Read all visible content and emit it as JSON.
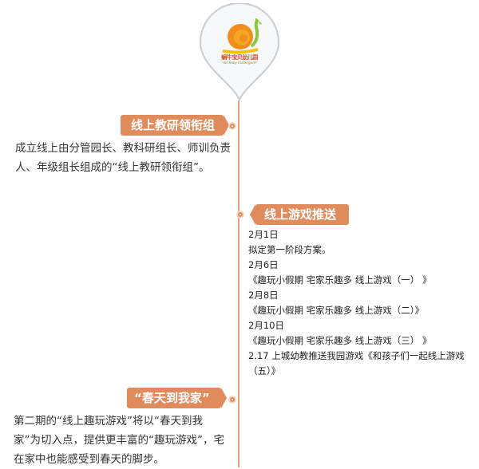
{
  "logo": {
    "name": "蜗牛宝贝幼儿园",
    "subtitle": "Snail Baby Kindergarten"
  },
  "colors": {
    "accent": "#e08b5c",
    "line": "#e9a074",
    "pin": "#c9ccd0"
  },
  "sections": [
    {
      "badge": "线上教研领衔组",
      "description": "成立线上由分管园长、教科研组长、师训负责人、年级组长组成的“线上教研领衔组”。"
    },
    {
      "badge": "线上游戏推送",
      "events": [
        "2月1日",
        "拟定第一阶段方案。",
        "2月6日",
        "《趣玩小假期 宅家乐趣多 线上游戏（一） 》",
        "2月8日",
        "《趣玩小假期 宅家乐趣多 线上游戏（二）》",
        "2月10日",
        "《趣玩小假期 宅家乐趣多 线上游戏（三） 》",
        "2.17 上城幼教推送我园游戏《和孩子们一起线上游戏（五）》"
      ]
    },
    {
      "badge": "“春天到我家”",
      "description": "第二期的“线上趣玩游戏”将以“春天到我家”为切入点，提供更丰富的“趣玩游戏”，宅在家中也能感受到春天的脚步。"
    }
  ]
}
